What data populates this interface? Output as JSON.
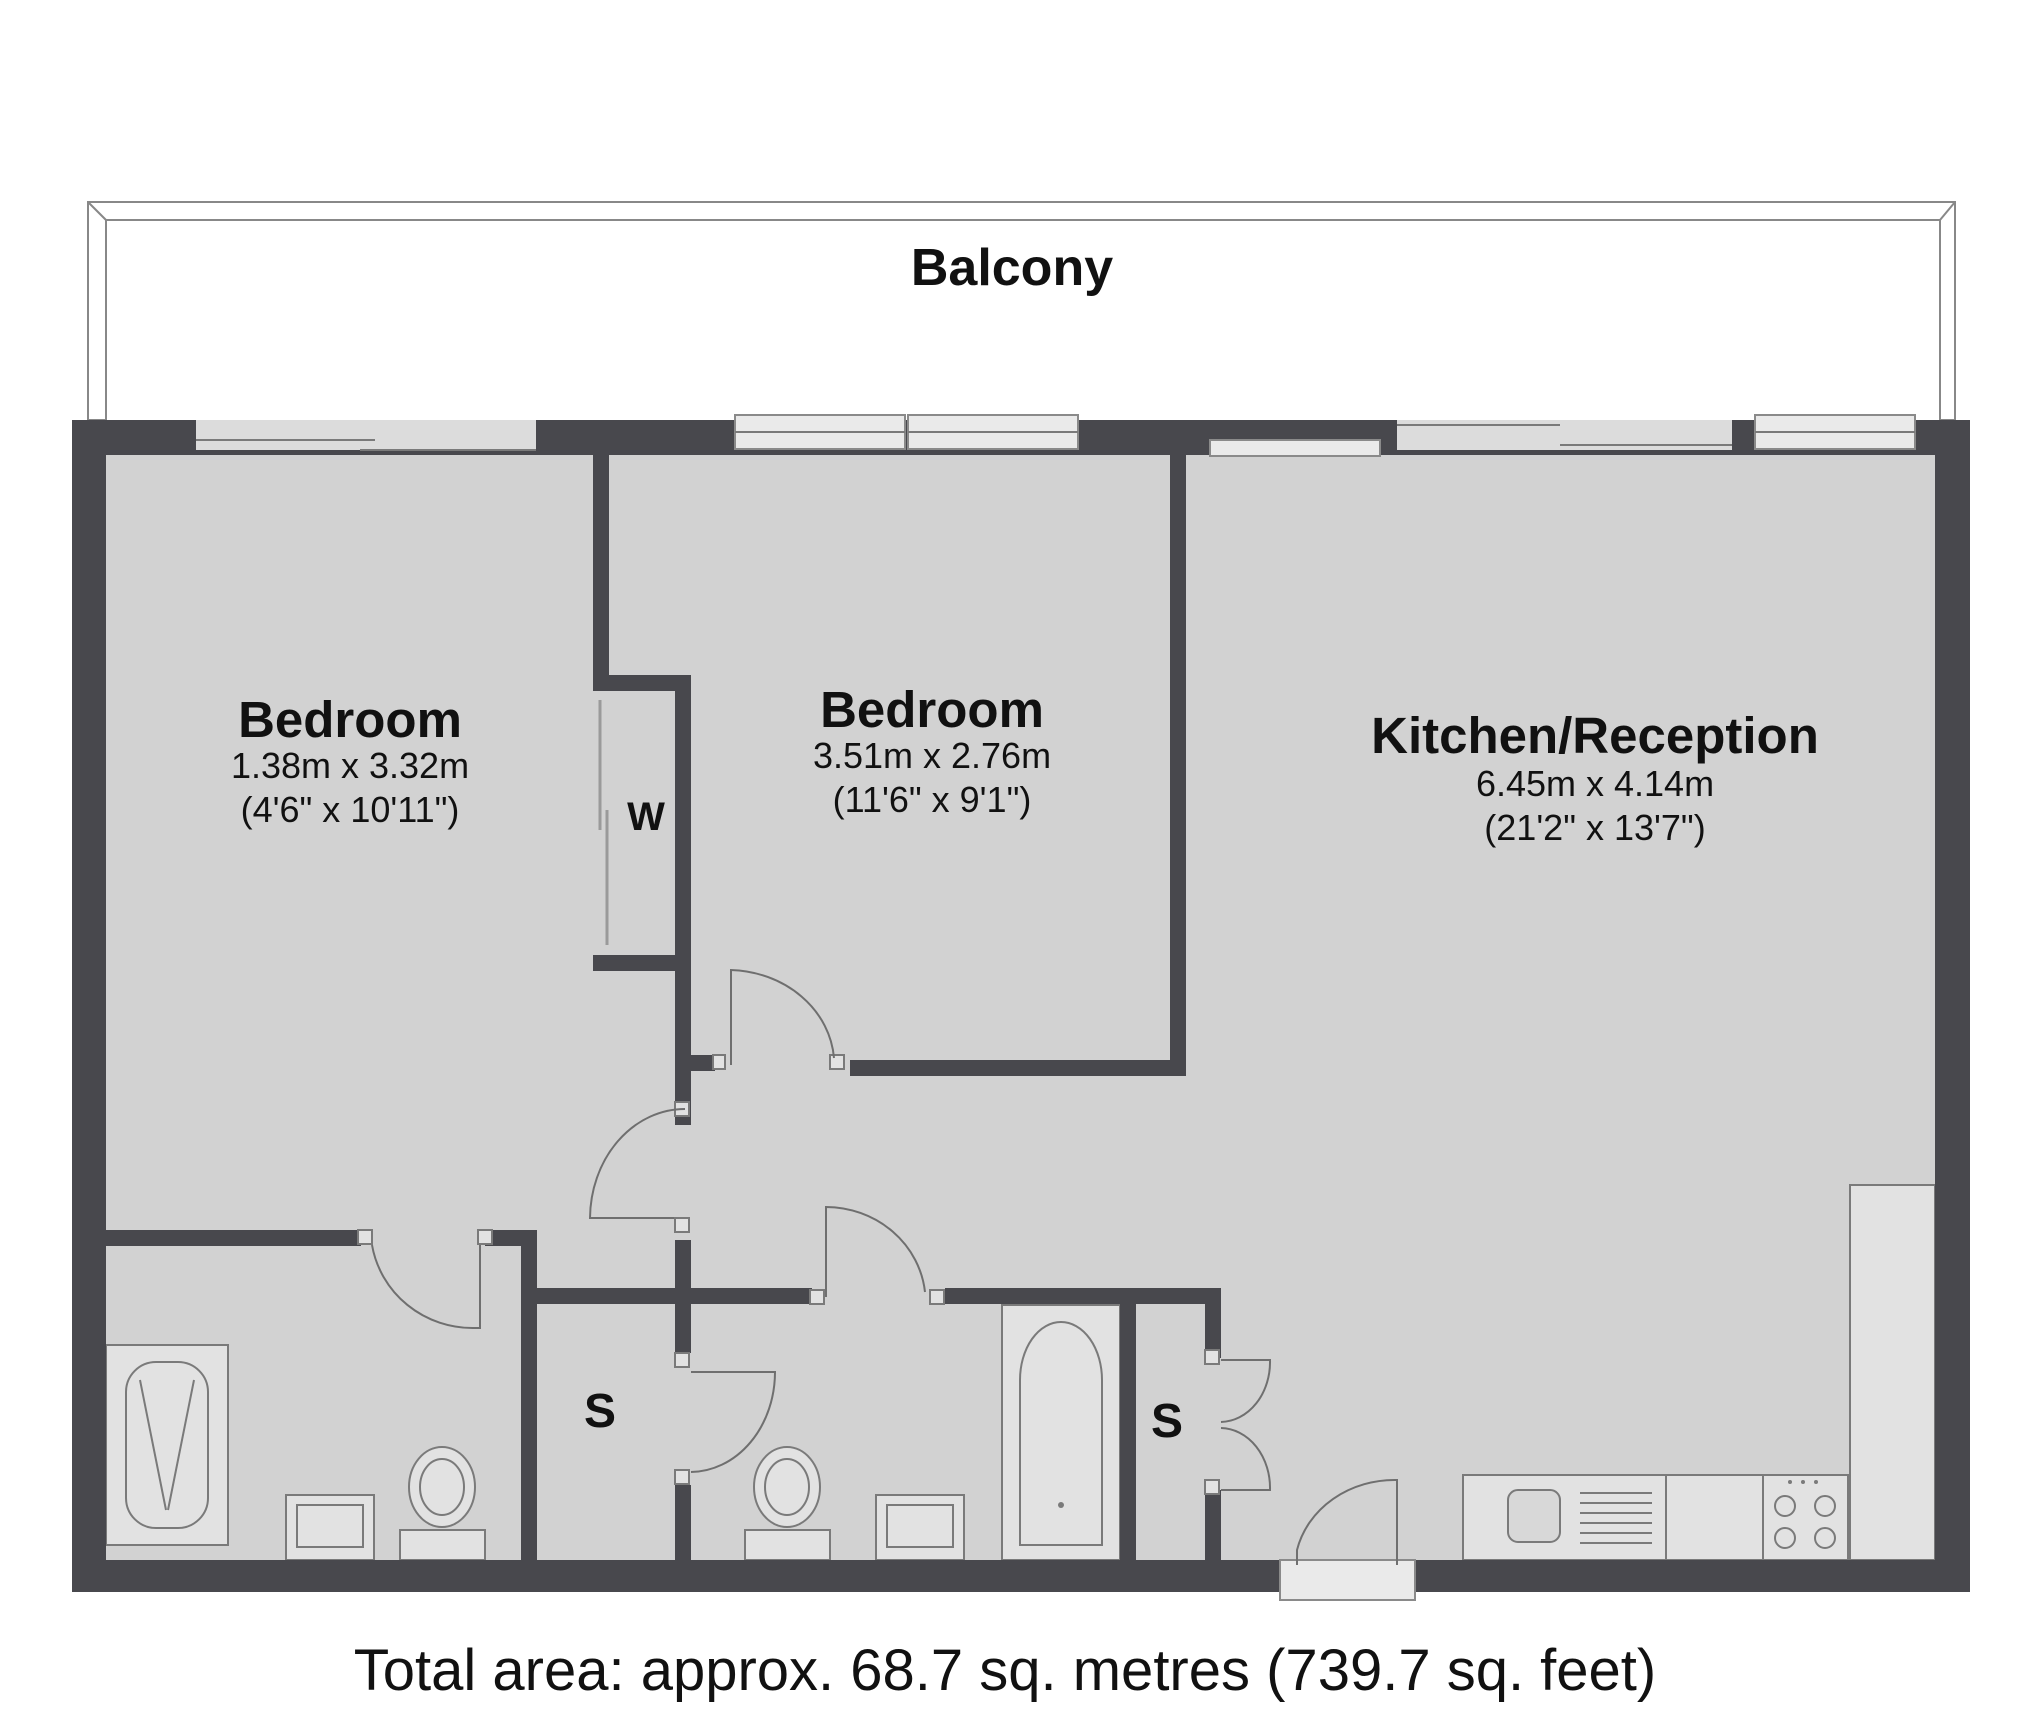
{
  "balcony": {
    "label": "Balcony"
  },
  "rooms": [
    {
      "name": "Bedroom",
      "metric": "1.38m x 3.32m",
      "imperial": "(4'6\" x 10'11\")"
    },
    {
      "name": "Bedroom",
      "metric": "3.51m x 2.76m",
      "imperial": "(11'6\" x 9'1\")"
    },
    {
      "name": "Kitchen/Reception",
      "metric": "6.45m x 4.14m",
      "imperial": "(21'2\" x 13'7\")"
    }
  ],
  "markers": {
    "wardrobe": "W",
    "storage_1": "S",
    "storage_2": "S"
  },
  "total_area": "Total area: approx. 68.7 sq. metres (739.7 sq. feet)",
  "colors": {
    "wall": "#48484d",
    "floor": "#d2d2d2",
    "fixture": "#e2e2e2"
  }
}
